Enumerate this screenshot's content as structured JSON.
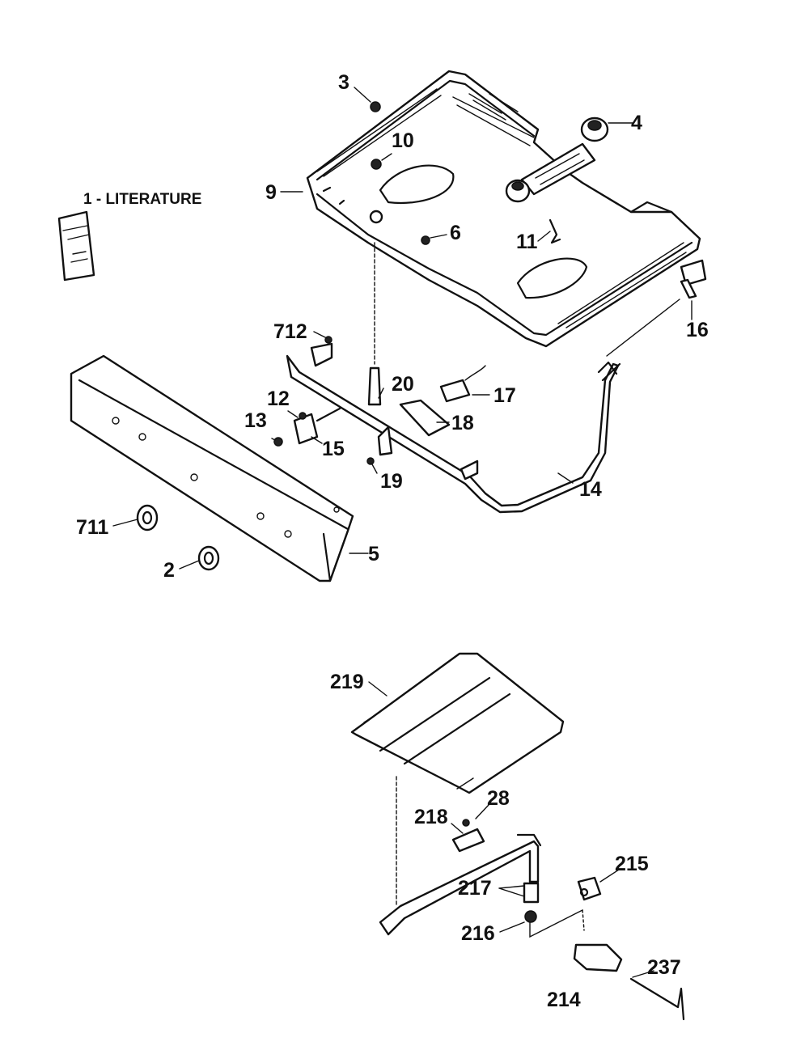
{
  "literature_label": "1 - LITERATURE",
  "callouts": {
    "c2": "2",
    "c3": "3",
    "c4": "4",
    "c5": "5",
    "c6": "6",
    "c9": "9",
    "c10": "10",
    "c11": "11",
    "c12": "12",
    "c13": "13",
    "c14": "14",
    "c15": "15",
    "c16": "16",
    "c17": "17",
    "c18": "18",
    "c19": "19",
    "c20": "20",
    "c28": "28",
    "c214": "214",
    "c215": "215",
    "c216": "216",
    "c217": "217",
    "c218": "218",
    "c219": "219",
    "c237": "237",
    "c711": "711",
    "c712": "712"
  }
}
